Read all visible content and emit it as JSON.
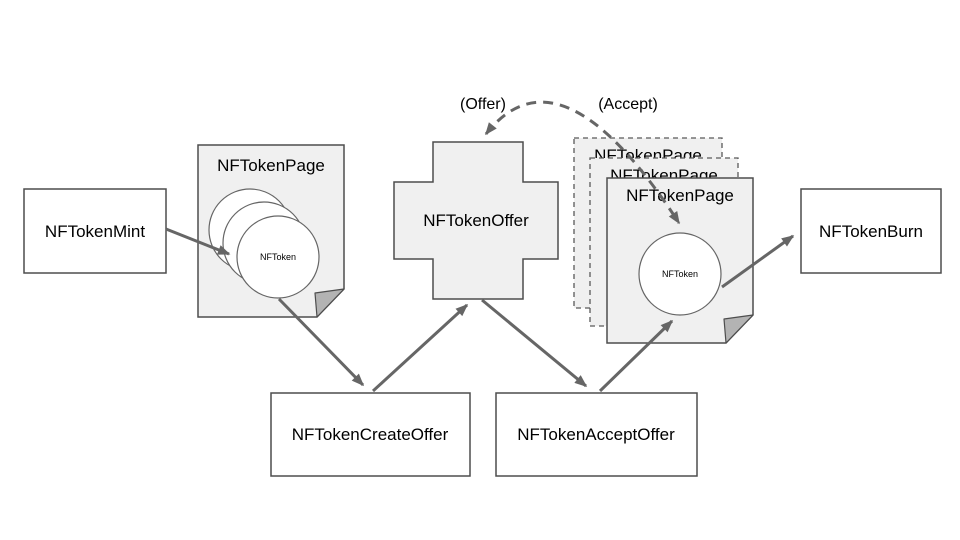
{
  "diagram": {
    "description": "NFToken lifecycle flow diagram"
  },
  "nodes": {
    "mint": {
      "label": "NFTokenMint"
    },
    "create_offer": {
      "label": "NFTokenCreateOffer"
    },
    "offer": {
      "label": "NFTokenOffer"
    },
    "accept_offer": {
      "label": "NFTokenAcceptOffer"
    },
    "burn": {
      "label": "NFTokenBurn"
    },
    "page_left": {
      "title": "NFTokenPage",
      "token": "NFToken"
    },
    "page_right": {
      "title": "NFTokenPage",
      "token": "NFToken",
      "back_titles": [
        "NFTokenPage",
        "NFTokenPage"
      ]
    }
  },
  "annotations": {
    "offer_label": "(Offer)",
    "accept_label": "(Accept)"
  },
  "colors": {
    "background": "#ffffff",
    "shape_fill": "#f0f0f0",
    "box_fill": "#ffffff",
    "border": "#4d4d4d",
    "arrow": "#666666",
    "fold": "#b3b3b3",
    "text": "#000000"
  }
}
